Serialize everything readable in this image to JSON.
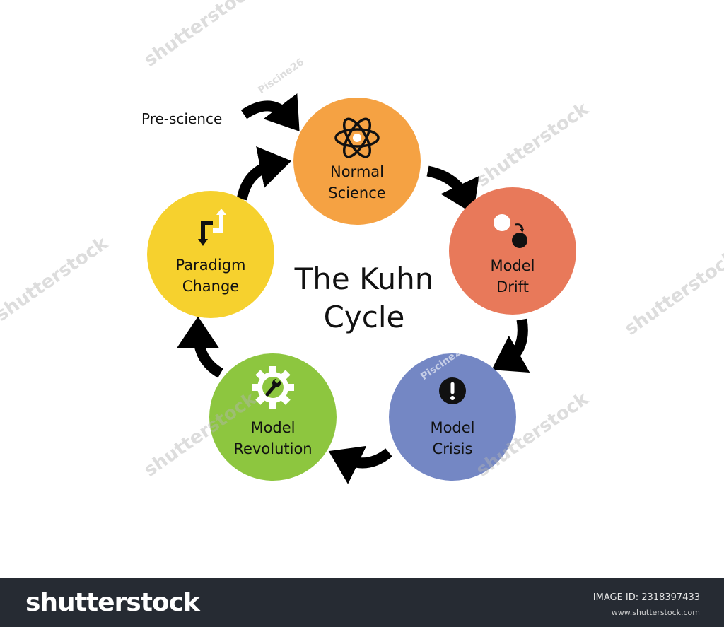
{
  "diagram": {
    "title": "The Kuhn Cycle",
    "entry_label": "Pre-science",
    "stages": [
      {
        "name": "Normal Science",
        "line1": "Normal",
        "line2": "Science",
        "color": "#f5a243",
        "icon": "atom-icon"
      },
      {
        "name": "Model Drift",
        "line1": "Model",
        "line2": "Drift",
        "color": "#e8795a",
        "icon": "drifting-ball-icon"
      },
      {
        "name": "Model Crisis",
        "line1": "Model",
        "line2": "Crisis",
        "color": "#7487c4",
        "icon": "exclamation-icon"
      },
      {
        "name": "Model Revolution",
        "line1": "Model",
        "line2": "Revolution",
        "color": "#8dc63f",
        "icon": "gear-wrench-icon"
      },
      {
        "name": "Paradigm Change",
        "line1": "Paradigm",
        "line2": "Change",
        "color": "#f6d12e",
        "icon": "zigzag-arrows-icon"
      }
    ]
  },
  "watermarks": {
    "brand": "shutterstock",
    "author": "Piscine26"
  },
  "footer": {
    "logo": "shutterstock",
    "image_id": "IMAGE ID: 2318397433",
    "site": "www.shutterstock.com"
  }
}
